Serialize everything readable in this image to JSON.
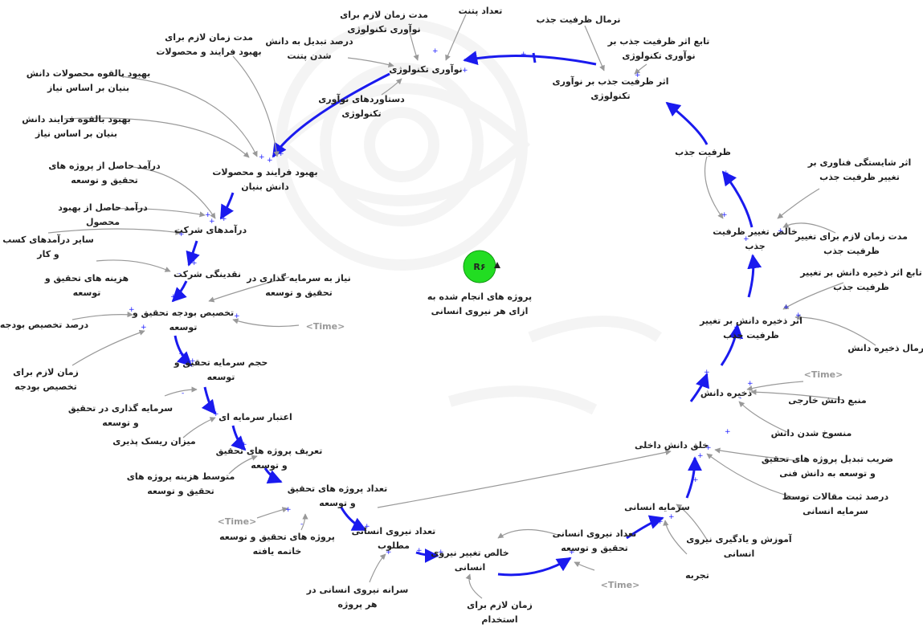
{
  "loop_id": "R۶",
  "loop_title": "پروژه های انجام شده به ازای هر نیروی انسانی",
  "time": "<Time>",
  "nodes": {
    "tech_innovation": "نوآوری تکنولوژی",
    "num_patents": "تعداد پتنت",
    "time_innovation": "مدت زمان لازم برای نوآوری تکنولوژی",
    "patent_conversion": "درصد تبدیل به دانش شدن پتنت",
    "tech_achievements": "دستاوردهای نوآوری تکنولوژی",
    "normal_absorb": "نرمال ظرفیت جذب",
    "absorb_effect_fn": "تابع اثر ظرفیت جذب بر نوآوری تکنولوژی",
    "absorb_effect": "اثر ظرفیت جذب بر نوآوری تکنولوژی",
    "absorb_capacity": "ظرفیت جذب",
    "tech_competence": "اثر شایستگی فناوری بر تغییر ظرفیت جذب",
    "net_absorb_change": "خالص تغییر ظرفیت جذب",
    "time_absorb_change": "مدت زمان لازم برای تغییر ظرفیت جذب",
    "knowledge_effect_fn": "تابع اثر ذخیره دانش بر تغییر ظرفیت جذب",
    "knowledge_effect": "اثر ذخیره دانش بر تغییر ظرفیت جذب",
    "normal_knowledge": "نرمال ذخیره دانش",
    "knowledge_stock": "ذخیره دانش",
    "external_knowledge": "منبع دانش خارجی",
    "knowledge_obsolete": "منسوخ شدن دانش",
    "internal_knowledge": "خلق دانش داخلی",
    "conversion_coef": "ضریب تبدیل پروژه های تحقیق و توسعه به دانش فنی",
    "papers_percent": "درصد ثبت مقالات توسط سرمایه انسانی",
    "human_capital": "سرمایه انسانی",
    "training": "آموزش و یادگیری نیروی انسانی",
    "experience": "تجربه",
    "rd_staff": "تعداد نیروی انسانی تحقیق و توسعه",
    "net_staff_change": "خالص تغییر نیروی انسانی",
    "hire_time": "زمان لازم برای استخدام",
    "required_staff": "تعداد نیروی انسانی مطلوب",
    "staff_per_project": "سرانه نیروی انسانی در هر پروژه",
    "num_rd_projects": "تعداد پروژه های تحقیق و توسعه",
    "completed_projects": "پروژه های تحقیق و توسعه خاتمه یافته",
    "project_definition": "تعریف پروژه های تحقیق و توسعه",
    "avg_project_cost": "متوسط هزینه پروژه های تحقیق و توسعه",
    "investment_credit": "اعتبار سرمایه ای",
    "risk_tolerance": "میزان ریسک پذیری",
    "rd_investment_pct": "سرمایه گذاری در تحقیق و توسعه",
    "rd_investment_volume": "حجم سرمایه تحقیق و توسعه",
    "budget_time": "زمان لازم برای تخصیص بودجه",
    "budget_allocation": "تخصیص بودجه تحقیق و توسعه",
    "budget_pct": "درصد تخصیص بودجه",
    "rd_investment_need": "نیاز به سرمایه گذاری در تحقیق و توسعه",
    "rd_cost": "هزینه های تحقیق و توسعه",
    "liquidity": "نقدینگی شرکت",
    "other_income": "سایر درآمدهای کسب و کار",
    "company_income": "درآمدهای شرکت",
    "product_income": "درآمد حاصل از بهبود محصول",
    "rd_project_income": "درآمد حاصل از پروژه های تحقیق و توسعه",
    "process_product_improve": "بهبود فرایند و محصولات دانش بنیان",
    "potential_process": "بهبود بالقوه فرایند دانش بنیان بر اساس نیاز",
    "potential_product": "بهبود بالقوه محصولات دانش بنیان بر اساس نیاز",
    "time_improve": "مدت زمان لازم برای بهبود فرایند و محصولات"
  }
}
